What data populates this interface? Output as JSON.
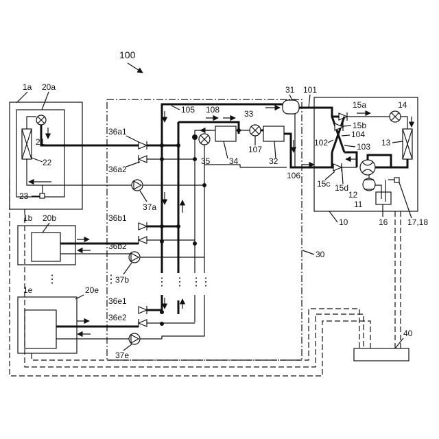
{
  "labels": {
    "system": "100",
    "indoor_a": "1a",
    "indoor_a_unit": "20a",
    "indoor_a_valve": "21",
    "indoor_a_hx": "22",
    "indoor_a_sensor": "23",
    "indoor_b": "1b",
    "indoor_b_unit": "20b",
    "indoor_e": "1e",
    "indoor_e_unit": "20e",
    "valve_36a1": "36a1",
    "valve_36a2": "36a2",
    "pump_37a": "37a",
    "valve_36b1": "36b1",
    "valve_36b2": "36b2",
    "pump_37b": "37b",
    "valve_36e1": "36e1",
    "valve_36e2": "36e2",
    "pump_37e": "37e",
    "relay_pipe_105": "105",
    "relay_pipe_108": "108",
    "relay_valve_33": "33",
    "relay_hx_34": "34",
    "relay_valve_35": "35",
    "relay_pipe_107": "107",
    "relay_hx_32": "32",
    "relay_tank_31": "31",
    "relay_pipe_101": "101",
    "relay_pipe_106": "106",
    "relay_unit": "30",
    "outdoor_15a": "15a",
    "outdoor_15b": "15b",
    "outdoor_104": "104",
    "outdoor_102": "102",
    "outdoor_103": "103",
    "outdoor_15c": "15c",
    "outdoor_15d": "15d",
    "outdoor_12": "12",
    "outdoor_11": "11",
    "outdoor_14": "14",
    "outdoor_13": "13",
    "outdoor_unit": "10",
    "outdoor_16": "16",
    "outdoor_sensors": "17,18",
    "controller": "40",
    "ellipsis": "⋮"
  },
  "icons": {
    "expansion_valve": "circle-x-icon",
    "heat_exchanger": "box-x-icon",
    "check_valve": "triangle-bar-icon",
    "pump": "circle-triangle-icon",
    "four_way_valve": "four-way-valve-icon",
    "compressor": "compressor-icon"
  }
}
